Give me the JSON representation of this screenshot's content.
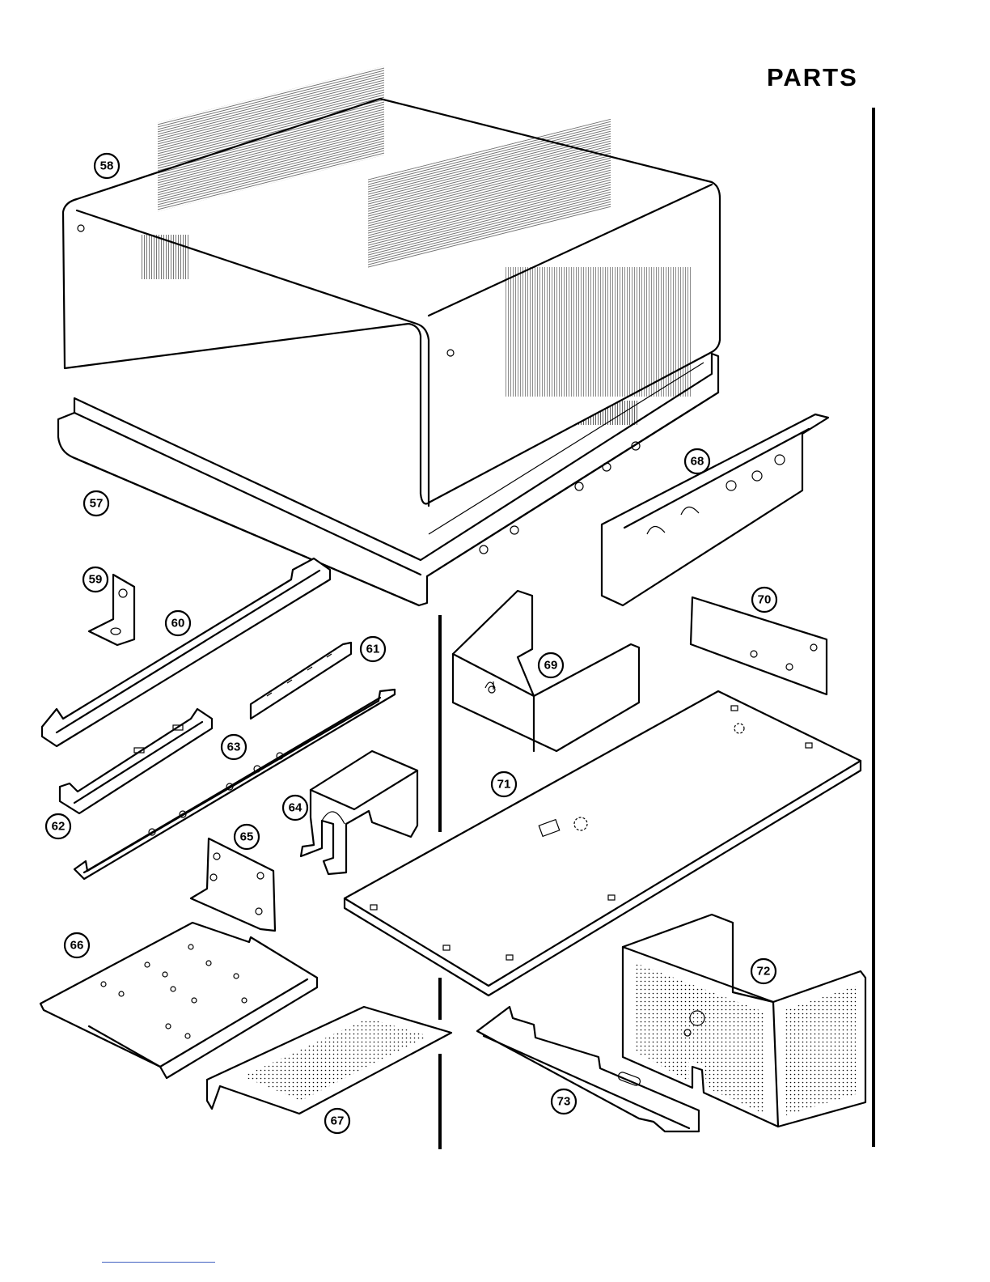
{
  "header": {
    "title": "PARTS"
  },
  "callouts": [
    {
      "id": "57",
      "label": "57"
    },
    {
      "id": "58",
      "label": "58"
    },
    {
      "id": "59",
      "label": "59"
    },
    {
      "id": "60",
      "label": "60"
    },
    {
      "id": "61",
      "label": "61"
    },
    {
      "id": "62",
      "label": "62"
    },
    {
      "id": "63",
      "label": "63"
    },
    {
      "id": "64",
      "label": "64"
    },
    {
      "id": "65",
      "label": "65"
    },
    {
      "id": "66",
      "label": "66"
    },
    {
      "id": "67",
      "label": "67"
    },
    {
      "id": "68",
      "label": "68"
    },
    {
      "id": "69",
      "label": "69"
    },
    {
      "id": "70",
      "label": "70"
    },
    {
      "id": "71",
      "label": "71"
    },
    {
      "id": "72",
      "label": "72"
    },
    {
      "id": "73",
      "label": "73"
    }
  ]
}
